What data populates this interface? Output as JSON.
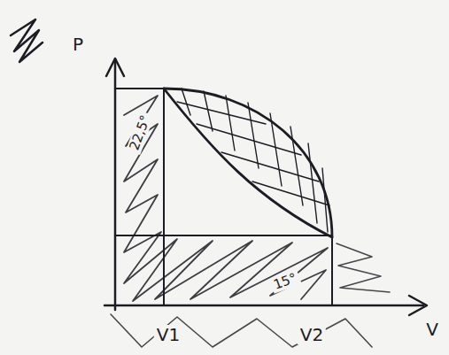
{
  "diagram": {
    "labels": [
      "P",
      "V",
      "V1",
      "V2",
      "22,5°",
      "15°"
    ]
  }
}
